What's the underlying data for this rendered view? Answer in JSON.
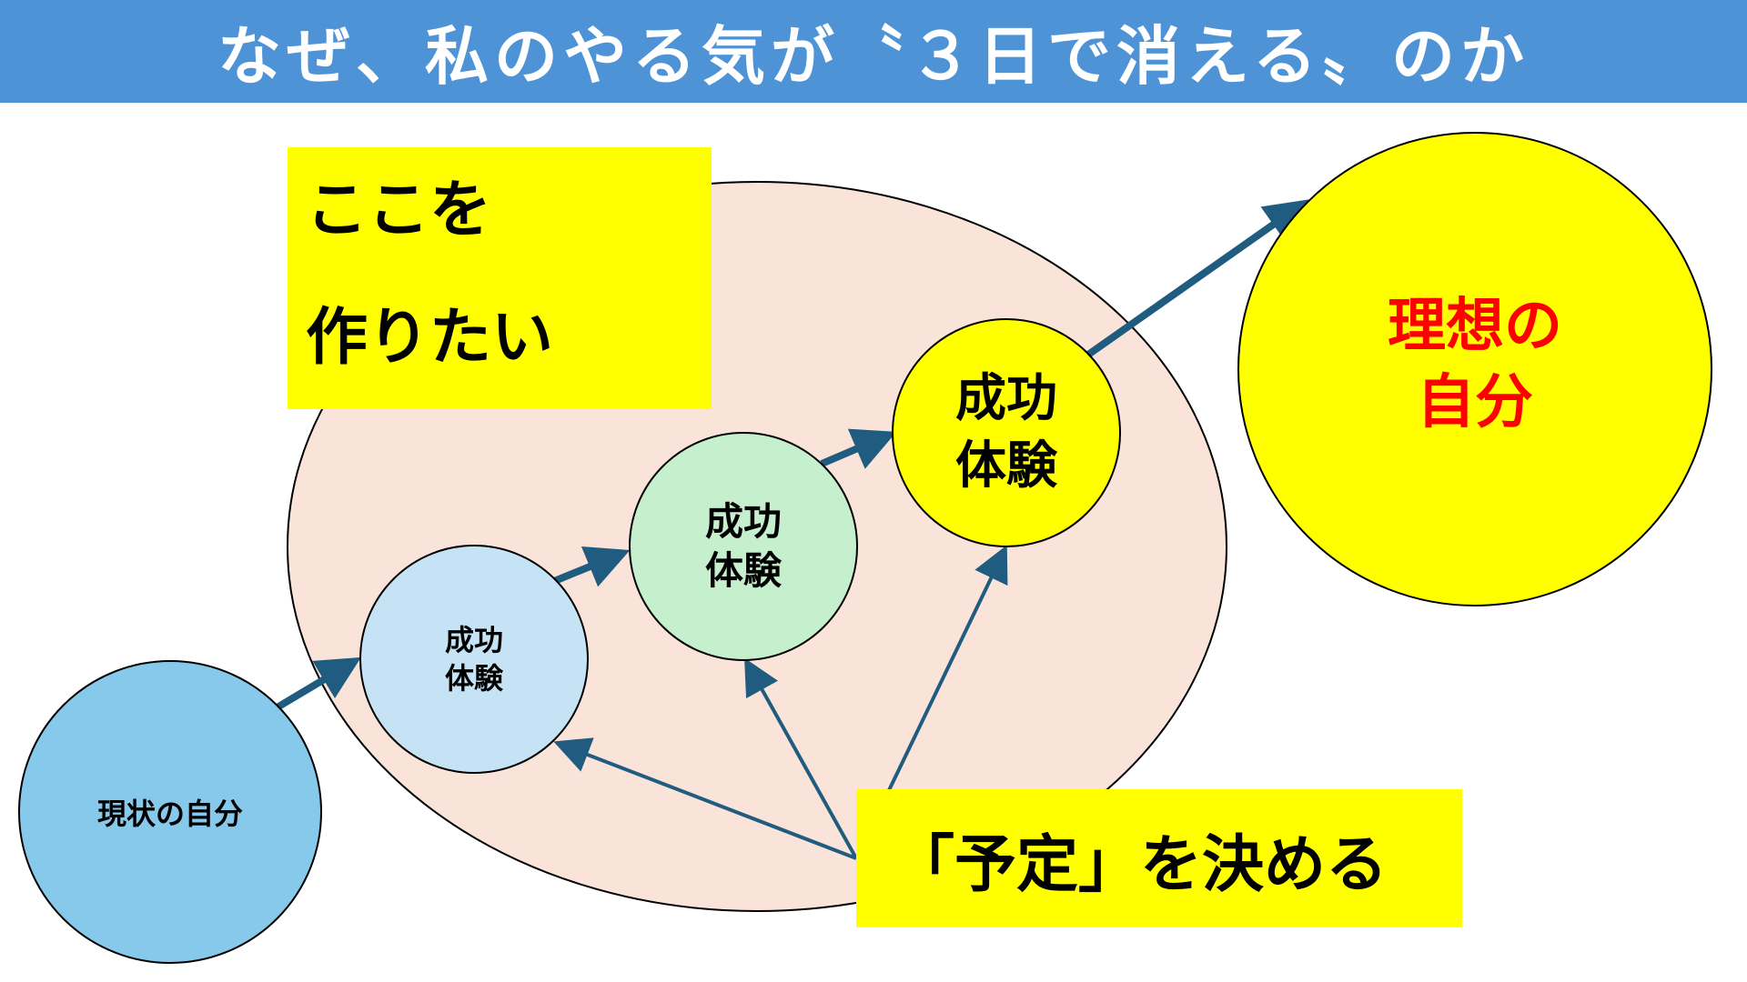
{
  "title": "なぜ、私のやる気が〝３日で消える〟のか",
  "goal_box": {
    "line1": "ここを",
    "line2": "作りたい"
  },
  "schedule_box": {
    "label": "「予定」を決める"
  },
  "nodes": {
    "current_self": {
      "label": "現状の自分"
    },
    "success_1": {
      "line1": "成功",
      "line2": "体験"
    },
    "success_2": {
      "line1": "成功",
      "line2": "体験"
    },
    "success_3": {
      "line1": "成功",
      "line2": "体験"
    },
    "ideal_self": {
      "line1": "理想の",
      "line2": "自分"
    }
  },
  "colors": {
    "title_bar": "#4F93D7",
    "title_text": "#FFFFFF",
    "ellipse_fill": "#FAE3D9",
    "current_self": "#87C9EB",
    "success_1": "#C5E3F5",
    "success_2": "#C6EFCE",
    "success_3": "#FFFF00",
    "ideal_self": "#FFFF00",
    "ideal_text": "#FF0000",
    "arrow": "#1F5C7F",
    "highlight_box": "#FFFF00"
  }
}
